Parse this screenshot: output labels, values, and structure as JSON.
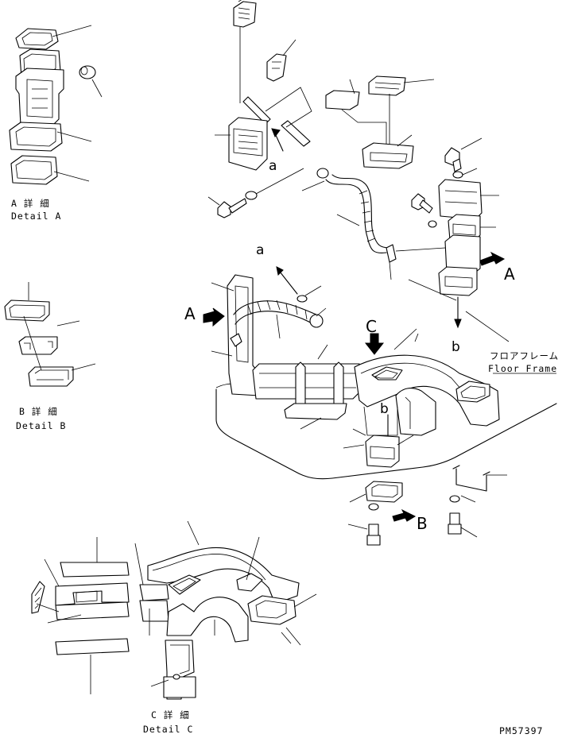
{
  "detail_a": {
    "jp": "A 詳 細",
    "en": "Detail A"
  },
  "detail_b": {
    "jp": "B 詳 細",
    "en": "Detail B"
  },
  "detail_c": {
    "jp": "C 詳 細",
    "en": "Detail C"
  },
  "floor_frame": {
    "jp": "フロアフレーム",
    "en": "Floor Frame"
  },
  "view_markers": {
    "a": "A",
    "b": "B",
    "c": "C"
  },
  "ref_letters": {
    "a": "a",
    "b": "b"
  },
  "part_code": "PM57397"
}
